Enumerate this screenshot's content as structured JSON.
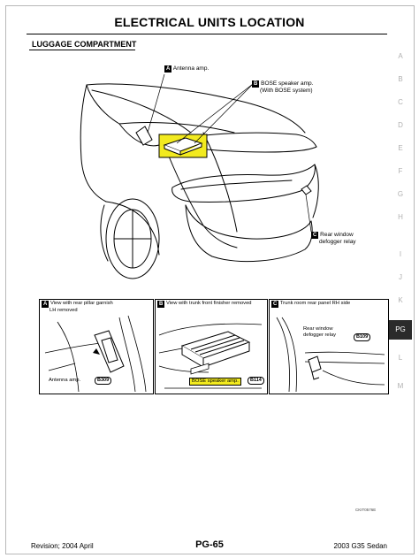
{
  "header": {
    "title": "ELECTRICAL UNITS LOCATION"
  },
  "section": {
    "title": "LUGGAGE COMPARTMENT"
  },
  "side_index": {
    "letters": [
      "A",
      "B",
      "C",
      "D",
      "E",
      "F",
      "G",
      "H",
      "I",
      "J",
      "K",
      "L",
      "M"
    ],
    "active_tab": "PG"
  },
  "main_diagram": {
    "callout_a": {
      "tag": "A",
      "label": "Antenna amp."
    },
    "callout_b": {
      "tag": "B",
      "label_line1": "BOSE speaker amp.",
      "label_line2": "(With BOSE system)"
    },
    "callout_c": {
      "tag": "C",
      "label_line1": "Rear window",
      "label_line2": "defogger relay"
    }
  },
  "panels": {
    "a": {
      "tag": "A",
      "caption_line1": "View with rear pillar garnish",
      "caption_line2": "LH removed",
      "part_label": "Antenna amp.",
      "code": "B309"
    },
    "b": {
      "tag": "B",
      "caption": "View with trunk front finisher removed",
      "part_label": "BOSE speaker amp.",
      "code": "B114"
    },
    "c": {
      "tag": "C",
      "caption": "Trunk room rear panel RH side",
      "part_label_line1": "Rear window",
      "part_label_line2": "defogger relay",
      "code": "B109"
    }
  },
  "figure_id": "CKIT0576E",
  "footer": {
    "revision": "Revision; 2004 April",
    "page": "PG-65",
    "model": "2003 G35 Sedan"
  },
  "colors": {
    "highlight": "#f2ea1f",
    "tab_bg": "#2b2b2b",
    "border": "#b8b8b8"
  }
}
